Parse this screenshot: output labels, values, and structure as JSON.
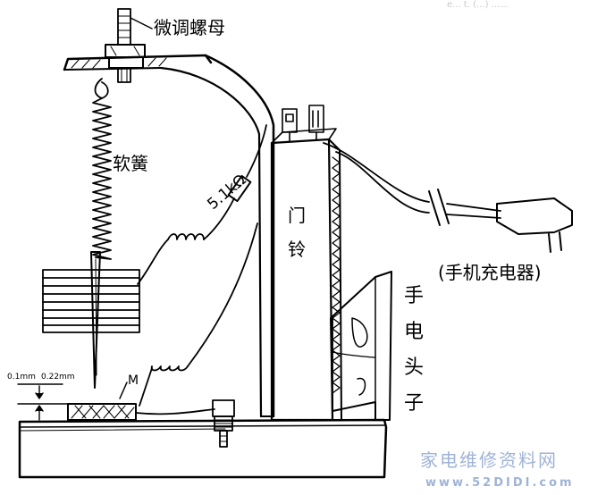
{
  "labels": {
    "top_url": "e... t. (...) ......",
    "fine_nut": "微调螺母",
    "spring": "软簧",
    "resistor": "5.1kΩ",
    "doorbell_char1": "门",
    "doorbell_char2": "铃",
    "charger": "(手机充电器)",
    "flashlight_chars": [
      "手",
      "电",
      "头",
      "子"
    ],
    "gap_left": "0.1mm",
    "gap_right": "0.22mm",
    "marker_m": "M",
    "watermark_cn": "家电维修资料网",
    "watermark_url": "www.52DIDI.com"
  }
}
